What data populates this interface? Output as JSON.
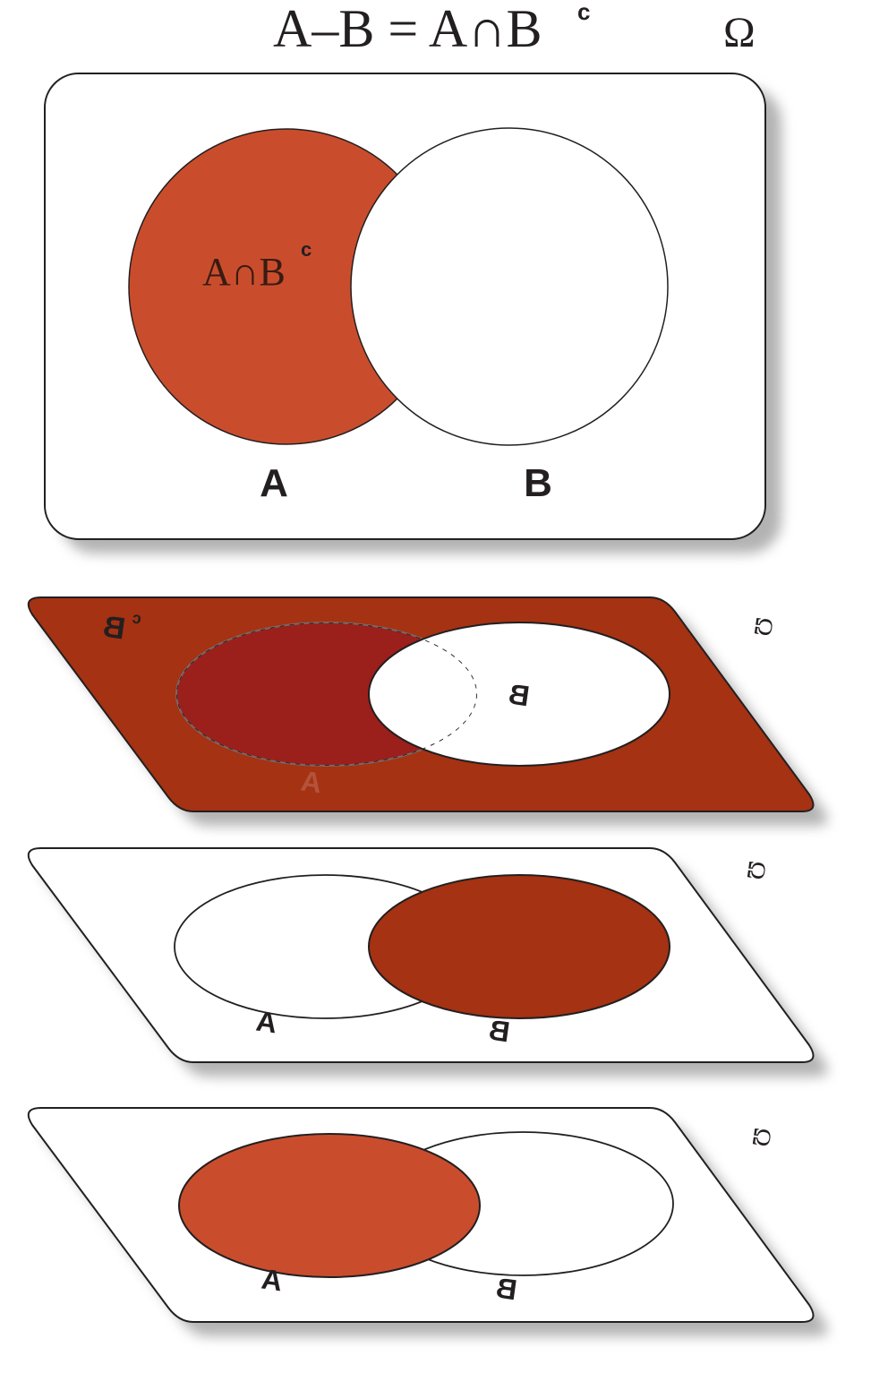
{
  "title": {
    "lhs": "A–B = A∩B",
    "superscript": "c",
    "universe": "Ω"
  },
  "top_panel": {
    "region_label": "A∩B",
    "region_superscript": "c",
    "label_a": "A",
    "label_b": "B"
  },
  "layer_complement": {
    "label_bc": "B",
    "label_bc_superscript": "c",
    "label_a": "A",
    "label_b": "B",
    "universe": "Ω"
  },
  "layer_b": {
    "label_a": "A",
    "label_b": "B",
    "universe": "Ω"
  },
  "layer_a": {
    "label_a": "A",
    "label_b": "B",
    "universe": "Ω"
  },
  "colors": {
    "a_fill": "#c94d2d",
    "layer_fill": "#a53212",
    "overlap_dark": "#9b1f1c",
    "stroke": "#231f20",
    "shadow": "#9a9a9a"
  }
}
